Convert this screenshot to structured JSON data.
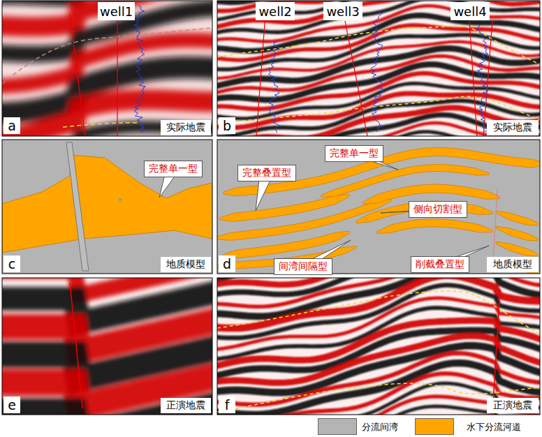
{
  "diagram": {
    "nodes": [
      {
        "text": [
          "完整单一型"
        ]
      },
      {
        "text": [
          "完整单一型"
        ]
      },
      {
        "text": [
          "完整叠置型"
        ]
      },
      {
        "text": [
          "侧向切割型"
        ]
      },
      {
        "text": [
          "间湾间隔型"
        ]
      },
      {
        "text": [
          "削截叠置型"
        ]
      }
    ],
    "labels": [
      "well1",
      "a",
      "实际地震",
      "well2",
      "well3",
      "well4",
      "b",
      "实际地震",
      "c",
      "地质模型",
      "d",
      "地质模型",
      "e",
      "正演地震",
      "f",
      "正演地震"
    ],
    "legend": [
      {
        "text": "分流间湾",
        "color": "#b4b4b4"
      },
      {
        "text": "水下分流河道",
        "color": "#ffa500"
      }
    ]
  }
}
